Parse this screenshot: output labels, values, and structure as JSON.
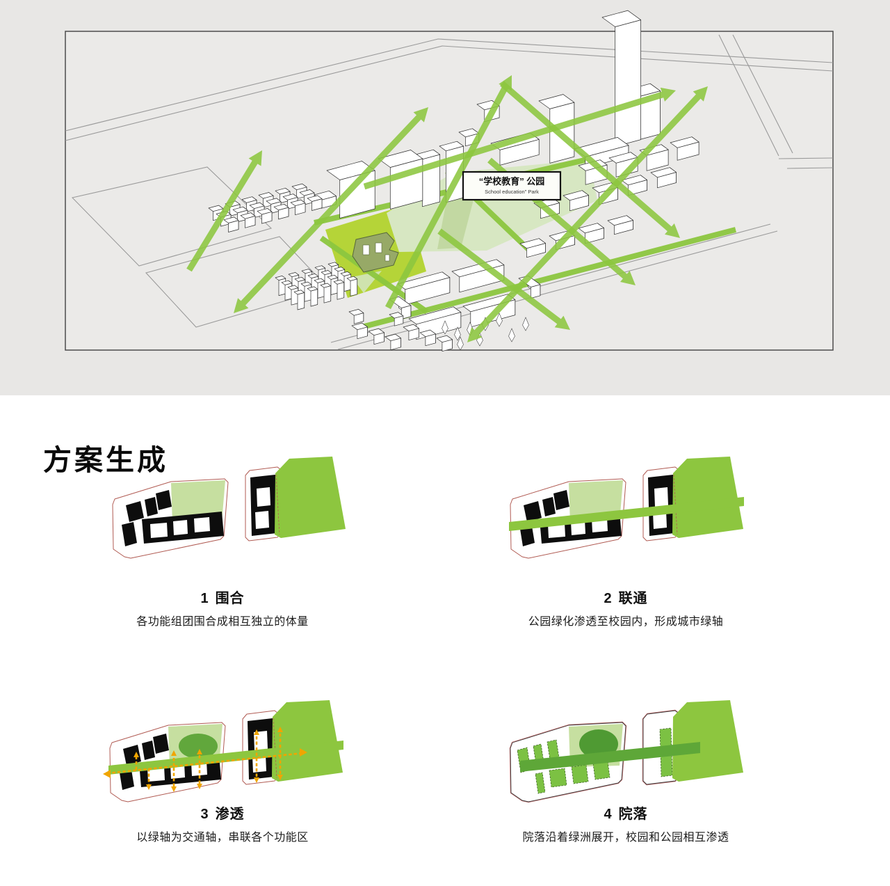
{
  "section": {
    "title": "方案生成"
  },
  "site_plan": {
    "label_title": "“学校教育” 公园",
    "label_subtitle": "School education\" Park"
  },
  "steps": [
    {
      "number": "1",
      "name": "围合",
      "description": "各功能组团围合成相互独立的体量"
    },
    {
      "number": "2",
      "name": "联通",
      "description": "公园绿化渗透至校园内，形成城市绿轴"
    },
    {
      "number": "3",
      "name": "渗透",
      "description": "以绿轴为交通轴，串联各个功能区"
    },
    {
      "number": "4",
      "name": "院落",
      "description": "院落沿着绿洲展开，校园和公园相互渗透"
    }
  ],
  "colors": {
    "accent_green": "#8dc63f",
    "pale_green": "#c6dfa0",
    "park_pale": "#d7e7c2",
    "plot_yellow_green": "#b5d438",
    "dark_green_oval": "#61a73c",
    "band_dark_green": "#5ea738",
    "courtyard_green": "#7cc143",
    "arrow_yellow": "#f0a500",
    "parcel_outline_red": "#b05a52",
    "block_black": "#0d0d0d",
    "background_gray": "#e8e7e5"
  }
}
